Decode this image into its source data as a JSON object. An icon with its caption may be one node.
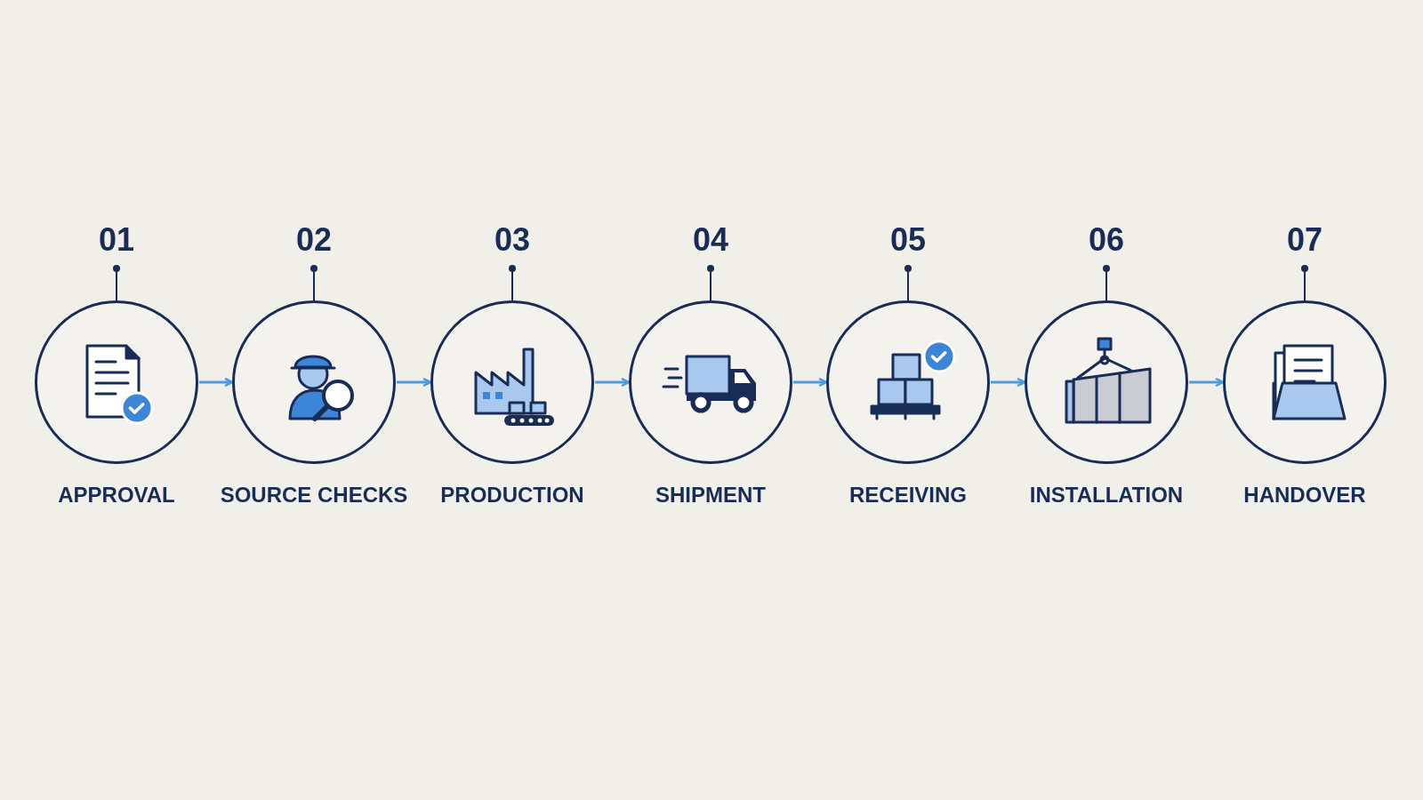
{
  "diagram": {
    "nodes": [
      {
        "text": [
          "APPROVAL"
        ],
        "beside": [
          "01"
        ]
      },
      {
        "text": [
          "SOURCE CHECKS"
        ],
        "beside": [
          "02"
        ]
      },
      {
        "text": [
          "PRODUCTION"
        ],
        "beside": [
          "03"
        ]
      },
      {
        "text": [
          "SHIPMENT"
        ],
        "beside": [
          "04"
        ]
      },
      {
        "text": [
          "RECEIVING"
        ],
        "beside": [
          "05"
        ]
      },
      {
        "text": [
          "INSTALLATION"
        ],
        "beside": [
          "06"
        ]
      },
      {
        "text": [
          "HANDOVER"
        ],
        "beside": [
          "07"
        ]
      }
    ],
    "edges": [
      {
        "from": 0,
        "to": 1,
        "arrow": "to"
      },
      {
        "from": 1,
        "to": 2,
        "arrow": "to"
      },
      {
        "from": 2,
        "to": 3,
        "arrow": "to"
      },
      {
        "from": 3,
        "to": 4,
        "arrow": "to"
      },
      {
        "from": 4,
        "to": 5,
        "arrow": "to"
      },
      {
        "from": 5,
        "to": 6,
        "arrow": "to"
      }
    ]
  }
}
